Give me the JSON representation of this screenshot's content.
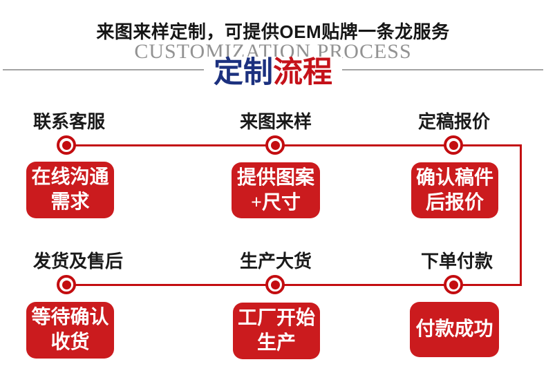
{
  "header": {
    "title": "来图来样定制，可提供OEM贴牌一条龙服务",
    "subtitle_en": "CUSTOMIZATION PROCESS",
    "section_title_zh": {
      "blue": "定制",
      "red": "流程"
    }
  },
  "colors": {
    "connector_red": "#c30d10",
    "box_red": "#cb1b1e",
    "section_title_blue": "#1c317f",
    "section_title_red": "#c5121a",
    "subtitle_gray": "#929292",
    "text_black": "#1a1a1a"
  },
  "flow": {
    "steps": [
      {
        "label": "联系客服",
        "box_line1": "在线沟通",
        "box_line2": "需求"
      },
      {
        "label": "来图来样",
        "box_line1": "提供图案",
        "box_line2": "+尺寸"
      },
      {
        "label": "定稿报价",
        "box_line1": "确认稿件",
        "box_line2": "后报价"
      },
      {
        "label": "发货及售后",
        "box_line1": "等待确认",
        "box_line2": "收货"
      },
      {
        "label": "生产大货",
        "box_line1": "工厂开始",
        "box_line2": "生产"
      },
      {
        "label": "下单付款",
        "box_line1": "付款成功"
      }
    ]
  }
}
